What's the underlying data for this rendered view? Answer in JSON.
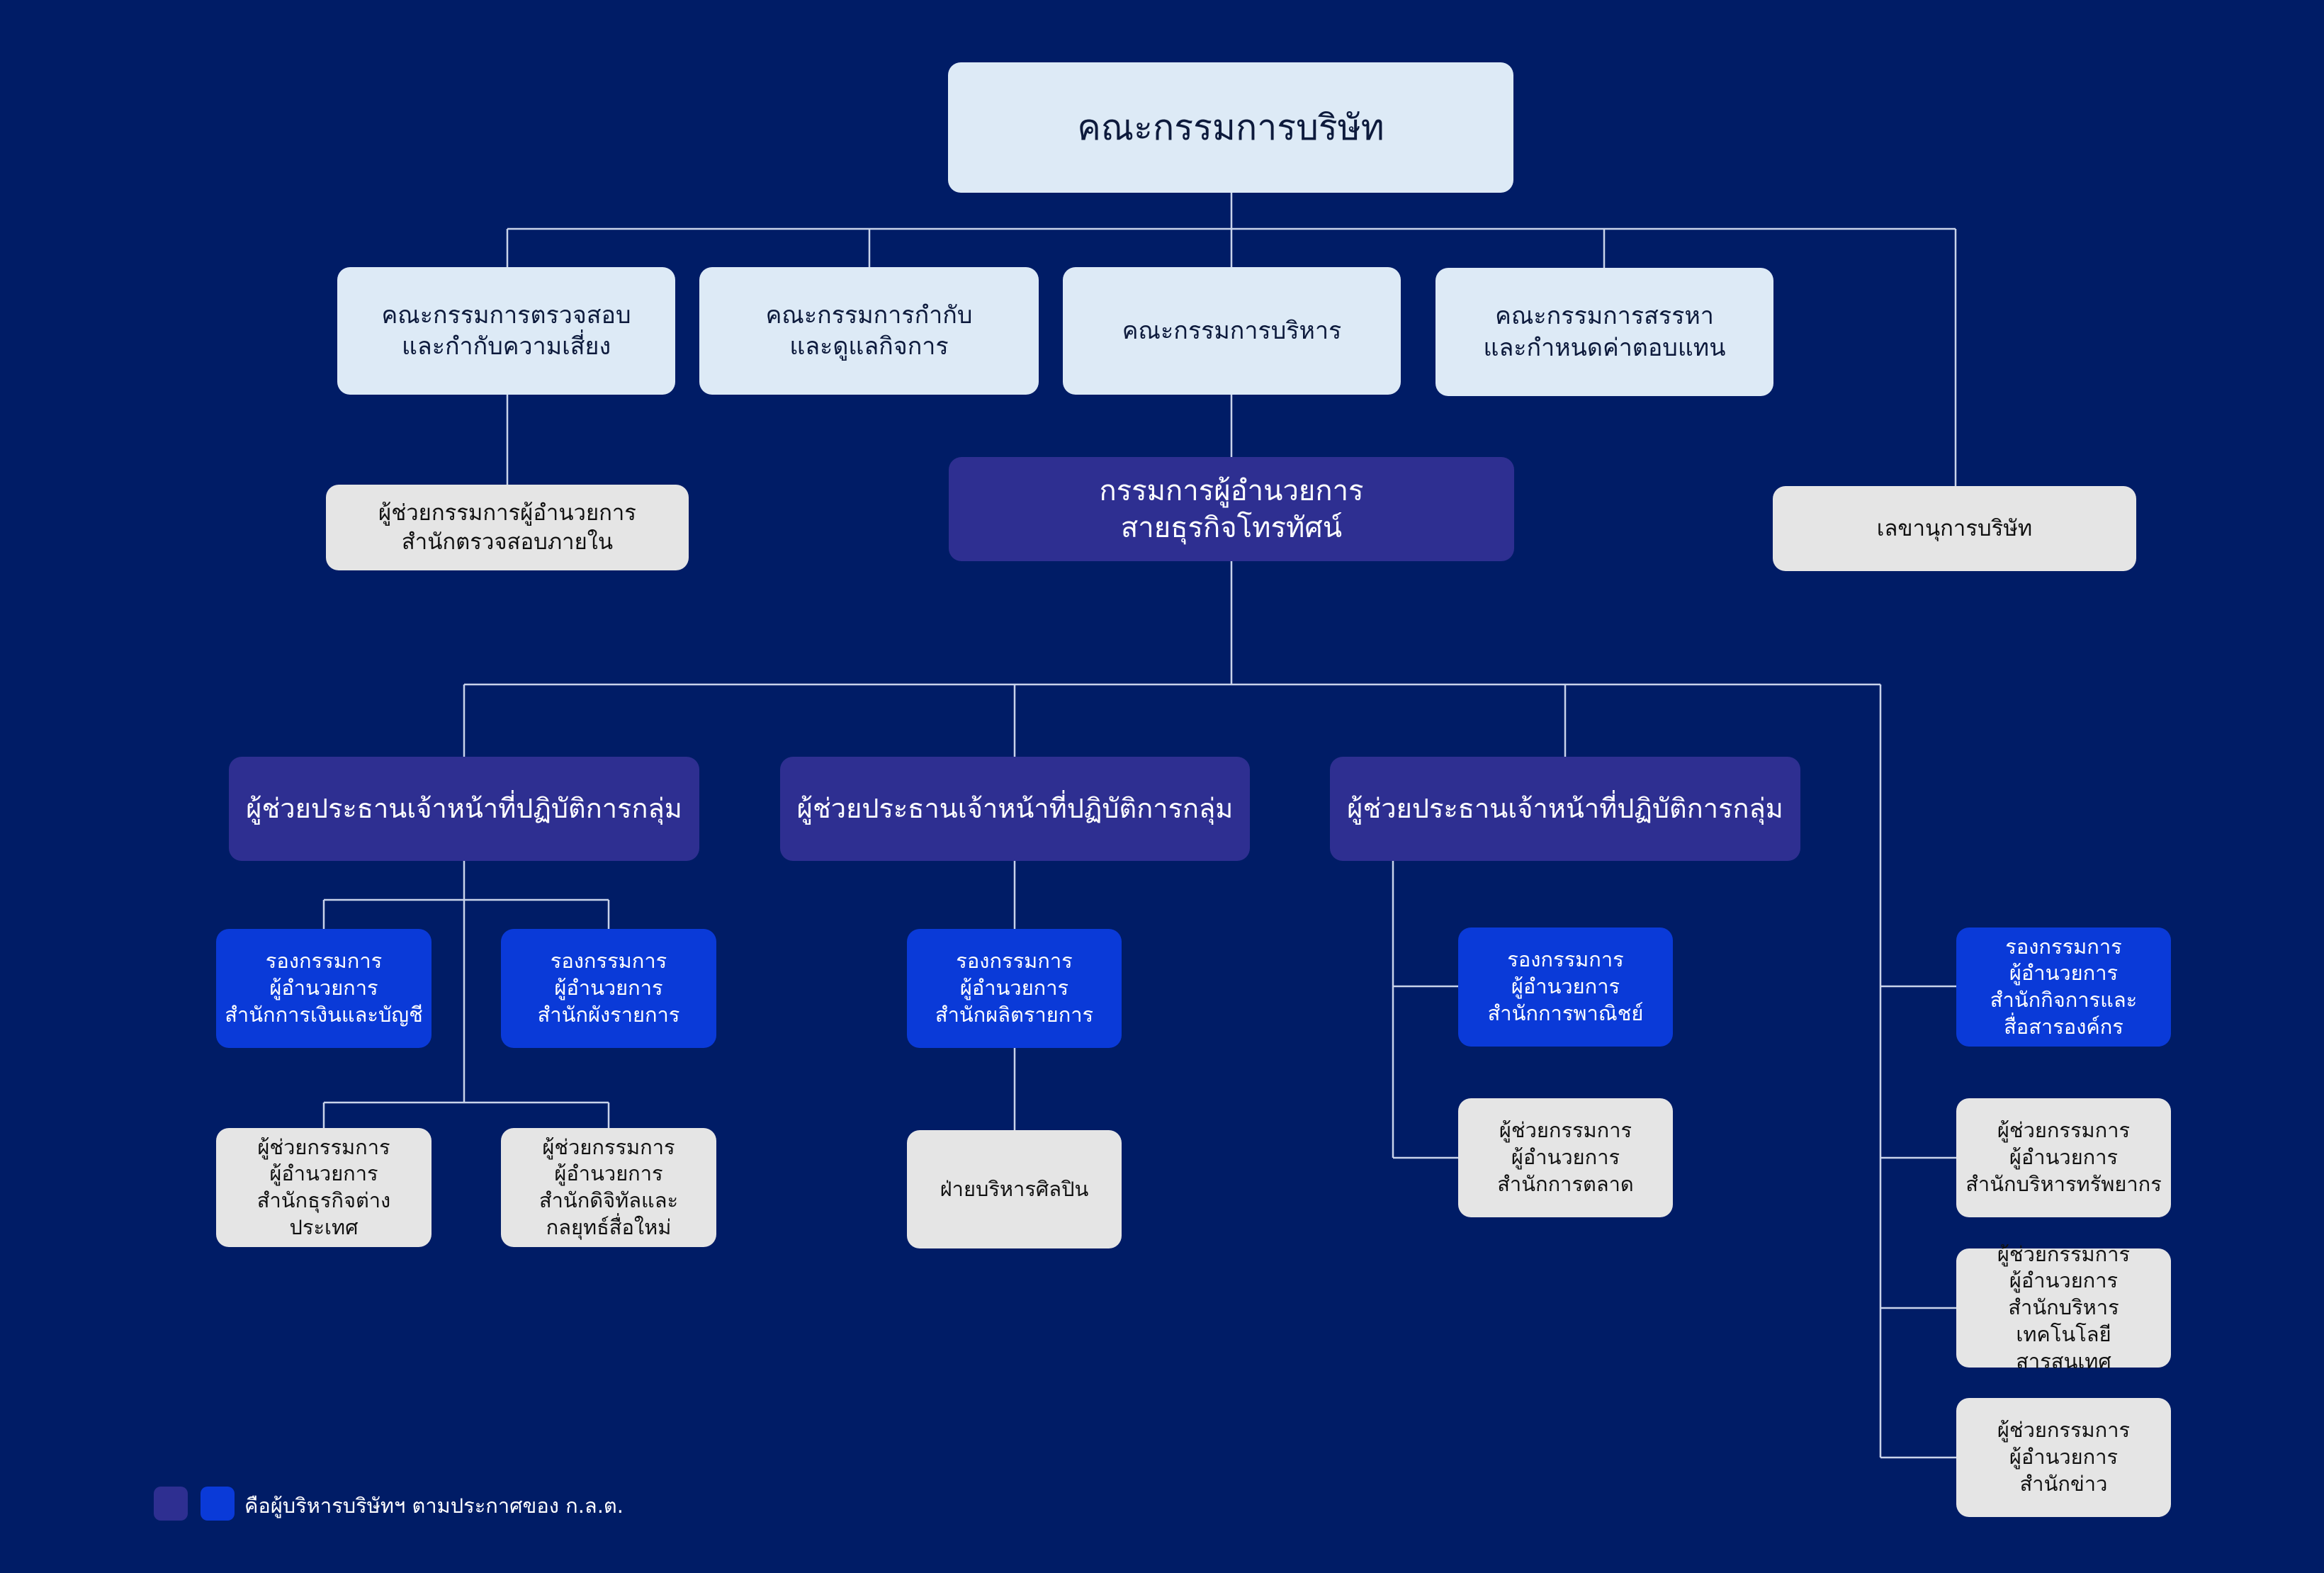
{
  "colors": {
    "background": "#001c66",
    "board_box": "#ddeaf6",
    "staff_box": "#e5e5e5",
    "executive_purple": "#2e2f91",
    "executive_blue": "#0a3ad8",
    "connector": "#c9d3ea"
  },
  "org": {
    "board": "คณะกรรมการบริษัท",
    "committees": {
      "audit": "คณะกรรมการตรวจสอบ\nและกำกับความเสี่ยง",
      "governance": "คณะกรรมการกำกับ\nและดูแลกิจการ",
      "executive": "คณะกรรมการบริหาร",
      "nomination": "คณะกรรมการสรรหา\nและกำหนดค่าตอบแทน"
    },
    "internal_audit": "ผู้ช่วยกรรมการผู้อำนวยการ\nสำนักตรวจสอบภายใน",
    "md": "กรรมการผู้อำนวยการ\nสายธุรกิจโทรทัศน์",
    "secretary": "เลขานุการบริษัท",
    "group_heads": [
      "ผู้ช่วยประธานเจ้าหน้าที่ปฏิบัติการกลุ่ม",
      "ผู้ช่วยประธานเจ้าหน้าที่ปฏิบัติการกลุ่ม",
      "ผู้ช่วยประธานเจ้าหน้าที่ปฏิบัติการกลุ่ม"
    ],
    "units": {
      "finance": "รองกรรมการ\nผู้อำนวยการ\nสำนักการเงินและบัญชี",
      "programming": "รองกรรมการ\nผู้อำนวยการ\nสำนักผังรายการ",
      "intl_business": "ผู้ช่วยกรรมการ\nผู้อำนวยการ\nสำนักธุรกิจต่างประเทศ",
      "digital": "ผู้ช่วยกรรมการ\nผู้อำนวยการ\nสำนักดิจิทัลและ\nกลยุทธ์สื่อใหม่",
      "production": "รองกรรมการ\nผู้อำนวยการ\nสำนักผลิตรายการ",
      "artist": "ฝ่ายบริหารศิลปิน",
      "commercial": "รองกรรมการ\nผู้อำนวยการ\nสำนักการพาณิชย์",
      "marketing": "ผู้ช่วยกรรมการ\nผู้อำนวยการ\nสำนักการตลาด",
      "corporate_affairs": "รองกรรมการ\nผู้อำนวยการ\nสำนักกิจการและ\nสื่อสารองค์กร",
      "hr": "ผู้ช่วยกรรมการ\nผู้อำนวยการ\nสำนักบริหารทรัพยากร",
      "it": "ผู้ช่วยกรรมการ\nผู้อำนวยการ\nสำนักบริหารเทคโนโลยี\nสารสนเทศ",
      "news": "ผู้ช่วยกรรมการ\nผู้อำนวยการ\nสำนักข่าว"
    }
  },
  "legend": {
    "text": "คือผู้บริหารบริษัทฯ ตามประกาศของ ก.ล.ต."
  }
}
